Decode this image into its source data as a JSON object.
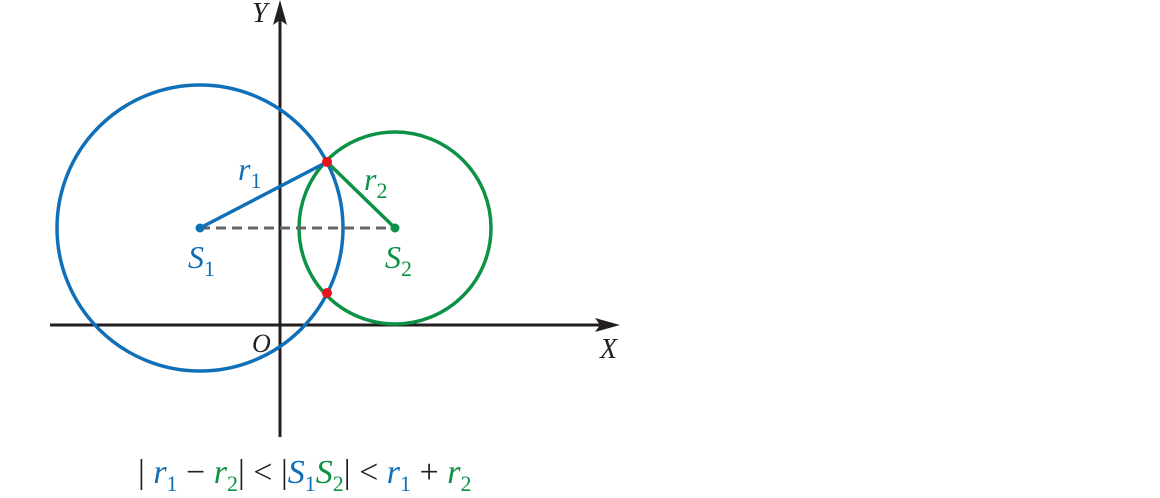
{
  "colors": {
    "blue": "#0f6fb8",
    "green": "#0c9245",
    "red": "#e8141b",
    "axis": "#231f20",
    "dash": "#666666"
  },
  "axes": {
    "x_label": "X",
    "y_label": "Y",
    "origin_label": "O"
  },
  "circle1": {
    "center_label": "S",
    "center_sub": "1",
    "radius_label": "r",
    "radius_sub": "1"
  },
  "circle2": {
    "center_label": "S",
    "center_sub": "2",
    "radius_label": "r",
    "radius_sub": "2"
  },
  "formula": {
    "r": "r",
    "s": "S",
    "sub1": "1",
    "sub2": "2",
    "minus": "−",
    "lt": "<",
    "plus": "+",
    "bar": "|"
  }
}
